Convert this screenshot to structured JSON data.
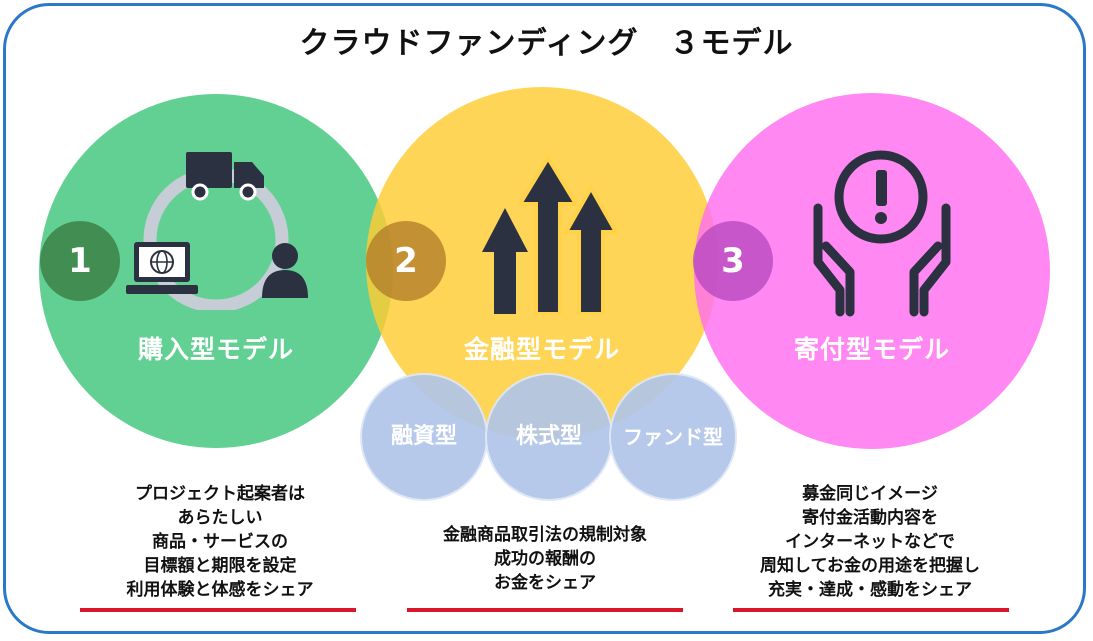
{
  "title": "クラウドファンディング　３モデル",
  "models": [
    {
      "number": "1",
      "label": "購入型モデル",
      "icon": "delivery-cycle-icon",
      "color": "#48c880",
      "description": [
        "プロジェクト起案者は",
        "あらたしい",
        "商品・サービスの",
        "目標額と期限を設定",
        "利用体験と体感をシェア"
      ]
    },
    {
      "number": "2",
      "label": "金融型モデル",
      "icon": "growth-arrows-icon",
      "color": "#ffcc33",
      "sub_types": [
        "融資型",
        "株式型",
        "ファンド型"
      ],
      "description": [
        "金融商品取引法の規制対象",
        "成功の報酬の",
        "お金をシェア"
      ]
    },
    {
      "number": "3",
      "label": "寄付型モデル",
      "icon": "hands-exclamation-icon",
      "color": "#ff6ef0",
      "description": [
        "募金同じイメージ",
        "寄付金活動内容を",
        "インターネットなどで",
        "周知してお金の用途を把握し",
        "充実・達成・感動をシェア"
      ]
    }
  ],
  "colors": {
    "frame_border": "#2a78c8",
    "underline": "#d8182a",
    "sub_circle": "#b0c4e8",
    "icon_dark": "#2b3140"
  }
}
